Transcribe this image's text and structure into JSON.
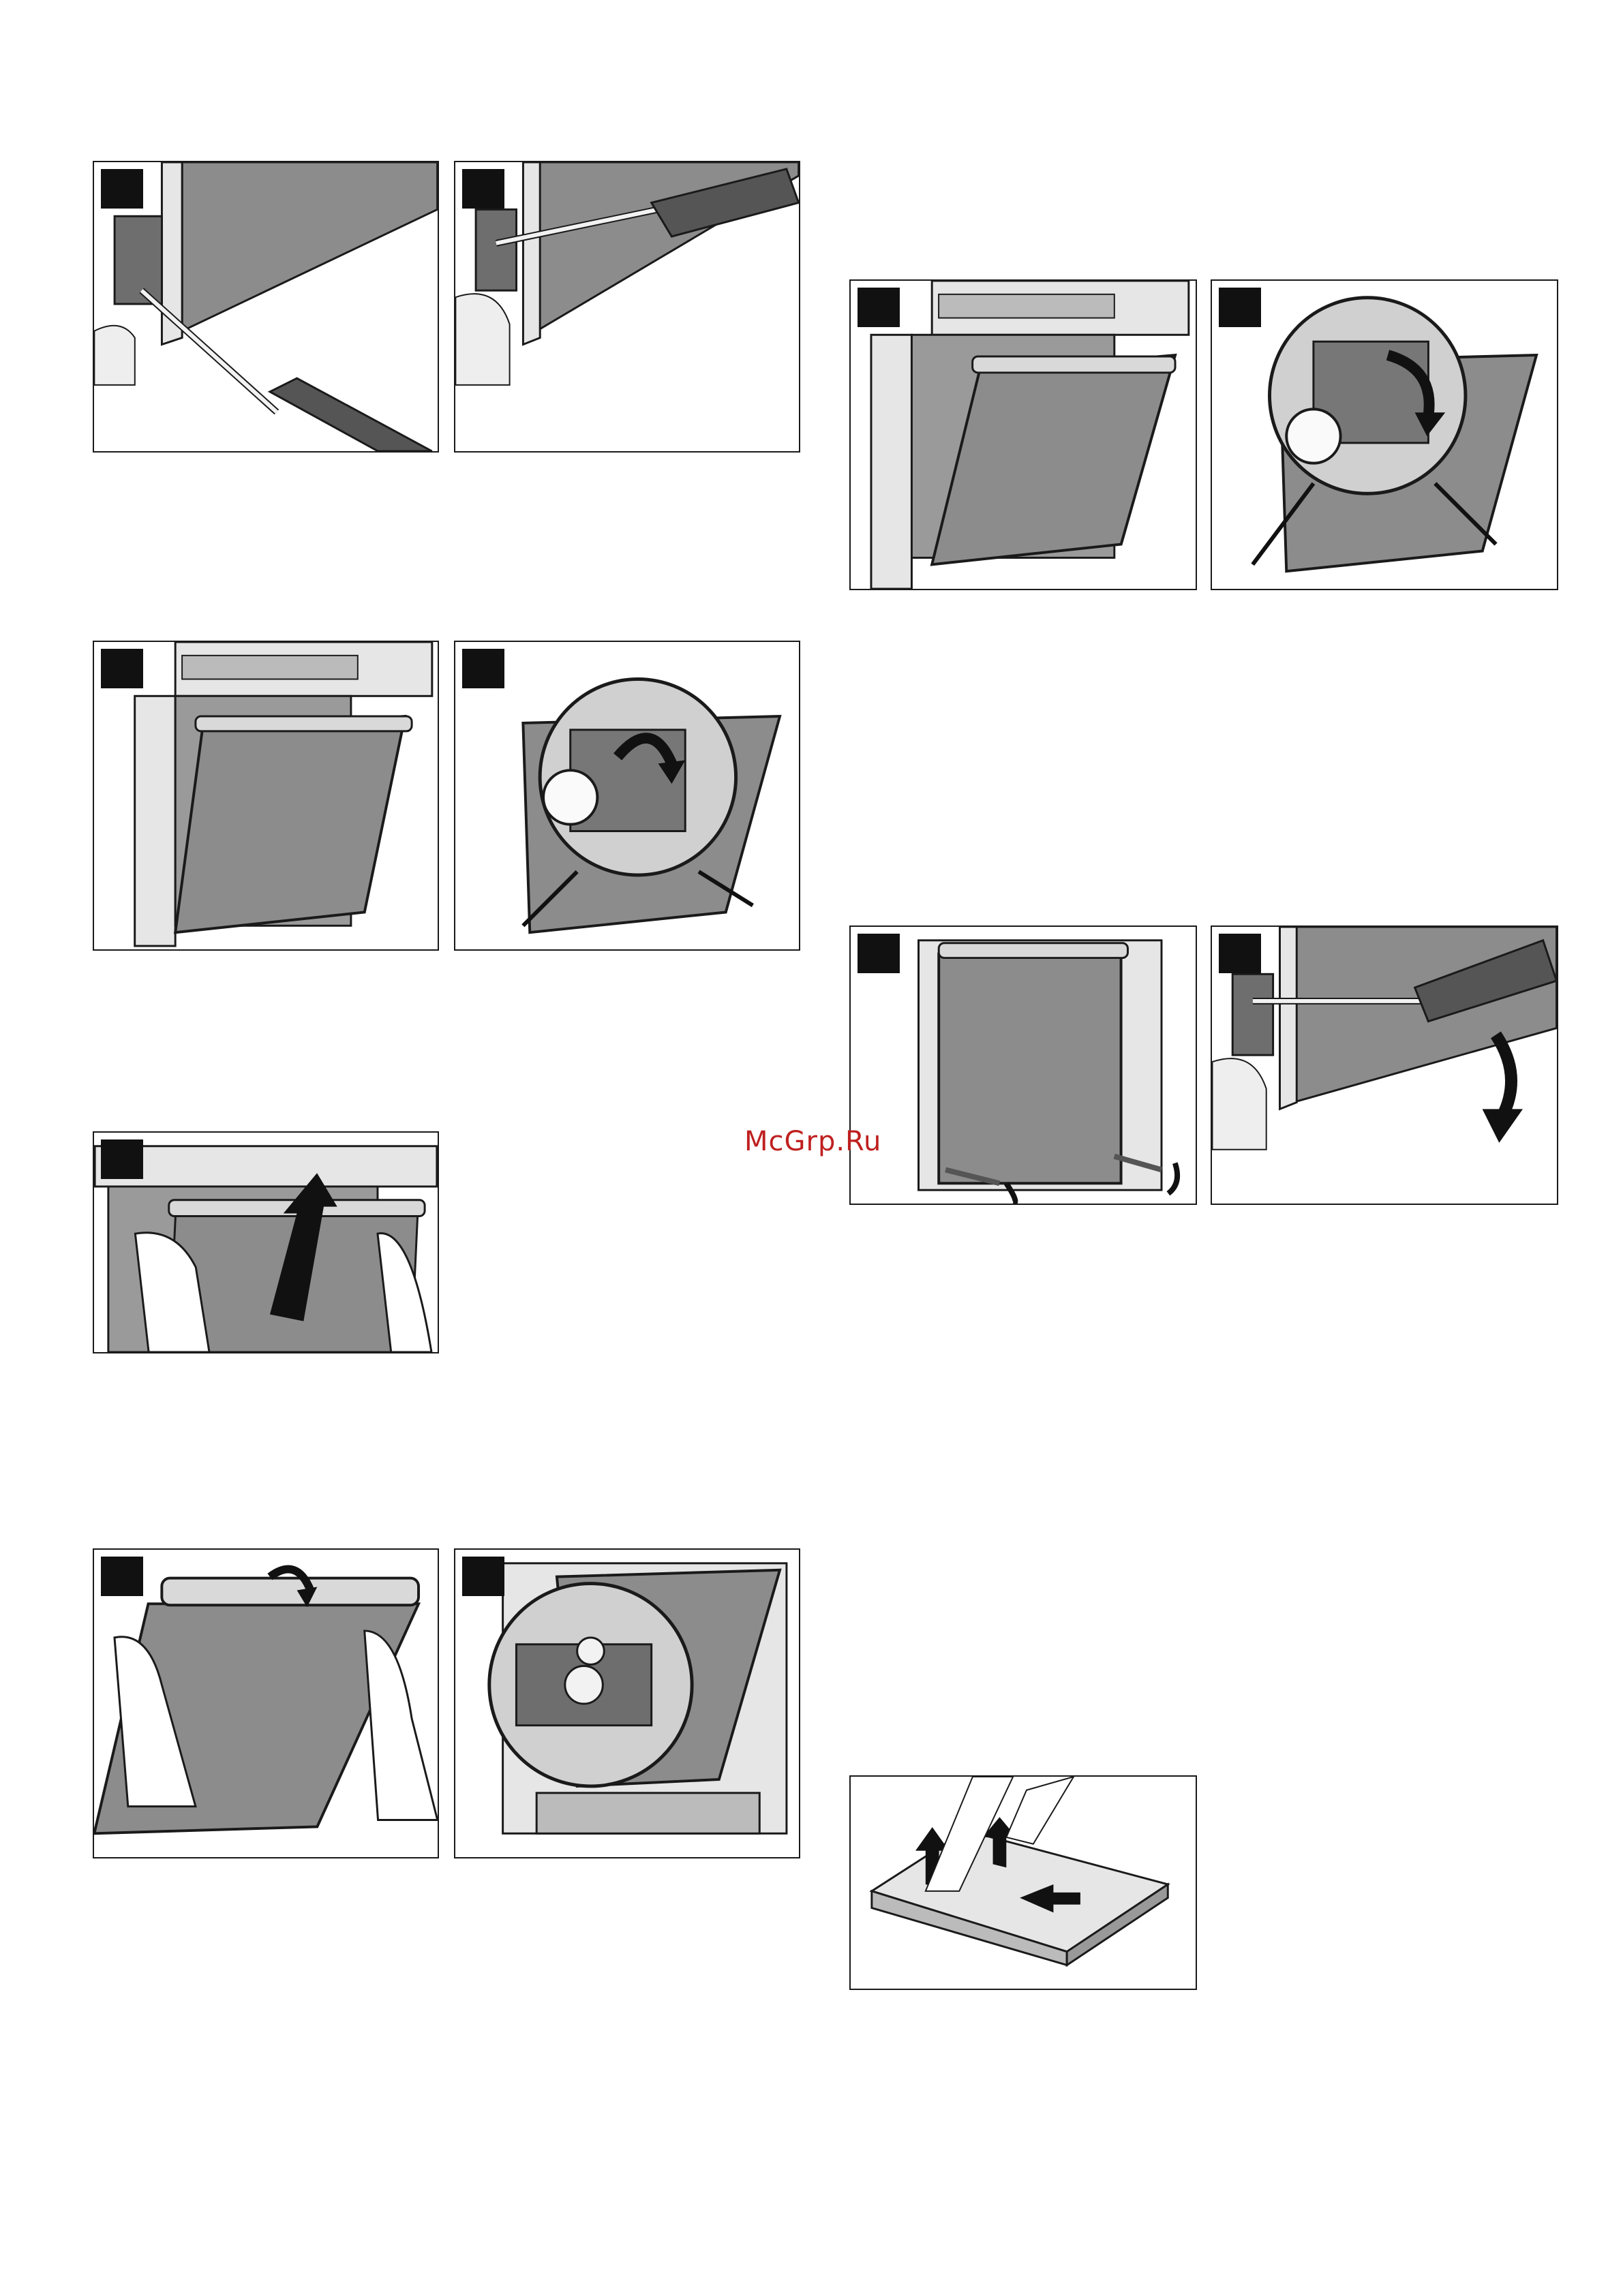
{
  "watermark": "McGrp.Ru",
  "colors": {
    "panel_fill": "#8c8c8c",
    "outline": "#1a1a1a",
    "oven_body": "#e6e6e6",
    "handle": "#d9d9d9",
    "tool_dark": "#555555",
    "badge": "#111111"
  },
  "panels": [
    {
      "id": "p1",
      "scene": "screwdriver-hinge-under"
    },
    {
      "id": "p2",
      "scene": "screwdriver-hinge-side"
    },
    {
      "id": "p3",
      "scene": "door-open-oven"
    },
    {
      "id": "p4",
      "scene": "hinge-lever-zoom"
    },
    {
      "id": "p5",
      "scene": "lift-door-hands"
    },
    {
      "id": "p6",
      "scene": "remove-top-strip"
    },
    {
      "id": "p7",
      "scene": "hinge-detail-zoom"
    },
    {
      "id": "p8",
      "scene": "door-open-oven"
    },
    {
      "id": "p9",
      "scene": "hinge-lever-zoom-reverse"
    },
    {
      "id": "p10",
      "scene": "door-closed-screws"
    },
    {
      "id": "p11",
      "scene": "screwdriver-hinge-down"
    },
    {
      "id": "p12",
      "scene": "glass-pane-removal"
    }
  ]
}
